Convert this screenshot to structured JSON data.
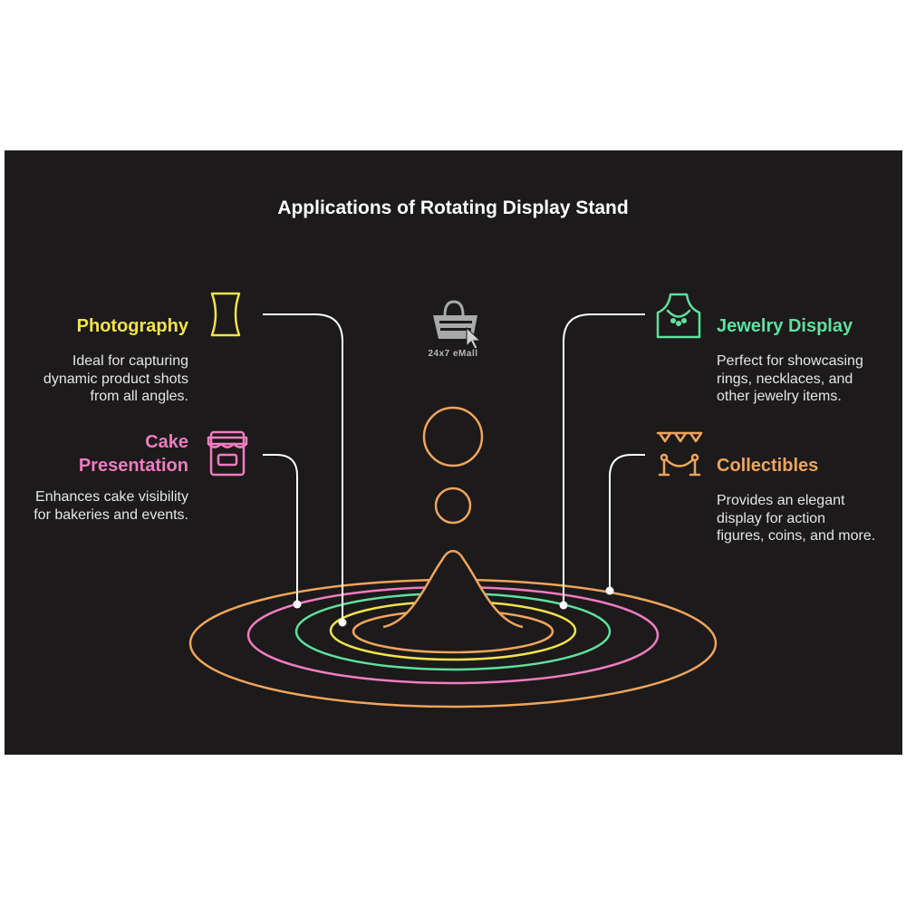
{
  "title": "Applications of Rotating Display Stand",
  "logo": {
    "text": "24x7 eMall",
    "icon": "shopping-basket-cursor-icon"
  },
  "colors": {
    "panel": "#1c1a1a",
    "photography": "#f2e34a",
    "cake": "#ef7cc0",
    "jewelry": "#5fe0a0",
    "collectibles": "#f0a45c",
    "connector": "#ffffff"
  },
  "items": {
    "photography": {
      "label": "Photography",
      "icon": "flash-reflector-icon",
      "description": [
        "Ideal for capturing",
        "dynamic product shots",
        "from all angles."
      ]
    },
    "cake": {
      "label": [
        "Cake",
        "Presentation"
      ],
      "icon": "storefront-jar-icon",
      "description": [
        "Enhances cake visibility",
        "for bakeries and events."
      ]
    },
    "jewelry": {
      "label": "Jewelry Display",
      "icon": "necklace-bust-icon",
      "description": [
        "Perfect for showcasing",
        "rings, necklaces, and",
        "other jewelry items."
      ]
    },
    "collectibles": {
      "label": "Collectibles",
      "icon": "bunting-stanchion-icon",
      "description": [
        "Provides an elegant",
        "display for action",
        "figures, coins, and more."
      ]
    }
  }
}
